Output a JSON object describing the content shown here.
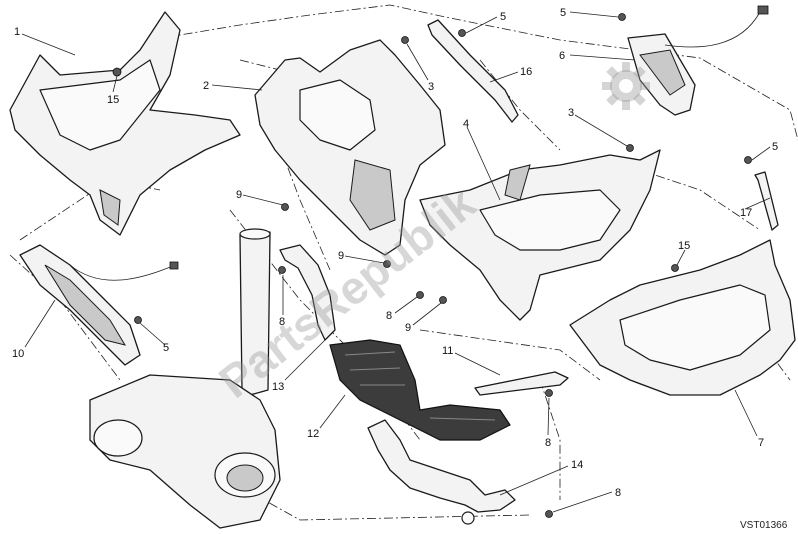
{
  "diagram": {
    "callouts": [
      {
        "id": "c1",
        "label": "1"
      },
      {
        "id": "c2",
        "label": "2"
      },
      {
        "id": "c3a",
        "label": "3"
      },
      {
        "id": "c3b",
        "label": "3"
      },
      {
        "id": "c4",
        "label": "4"
      },
      {
        "id": "c5a",
        "label": "5"
      },
      {
        "id": "c5b",
        "label": "5"
      },
      {
        "id": "c5c",
        "label": "5"
      },
      {
        "id": "c5d",
        "label": "5"
      },
      {
        "id": "c6",
        "label": "6"
      },
      {
        "id": "c7",
        "label": "7"
      },
      {
        "id": "c8a",
        "label": "8"
      },
      {
        "id": "c8b",
        "label": "8"
      },
      {
        "id": "c8c",
        "label": "8"
      },
      {
        "id": "c8d",
        "label": "8"
      },
      {
        "id": "c9a",
        "label": "9"
      },
      {
        "id": "c9b",
        "label": "9"
      },
      {
        "id": "c9c",
        "label": "9"
      },
      {
        "id": "c10",
        "label": "10"
      },
      {
        "id": "c11",
        "label": "11"
      },
      {
        "id": "c12",
        "label": "12"
      },
      {
        "id": "c13",
        "label": "13"
      },
      {
        "id": "c14",
        "label": "14"
      },
      {
        "id": "c15a",
        "label": "15"
      },
      {
        "id": "c15b",
        "label": "15"
      },
      {
        "id": "c16",
        "label": "16"
      },
      {
        "id": "c17",
        "label": "17"
      }
    ],
    "drawing_code": "VST01366",
    "watermark": "PartsRepublik"
  },
  "colors": {
    "line": "#1a1a1a",
    "part_fill": "#f3f3f3",
    "dark_part": "#3c3c3c",
    "watermark": "#969696"
  }
}
